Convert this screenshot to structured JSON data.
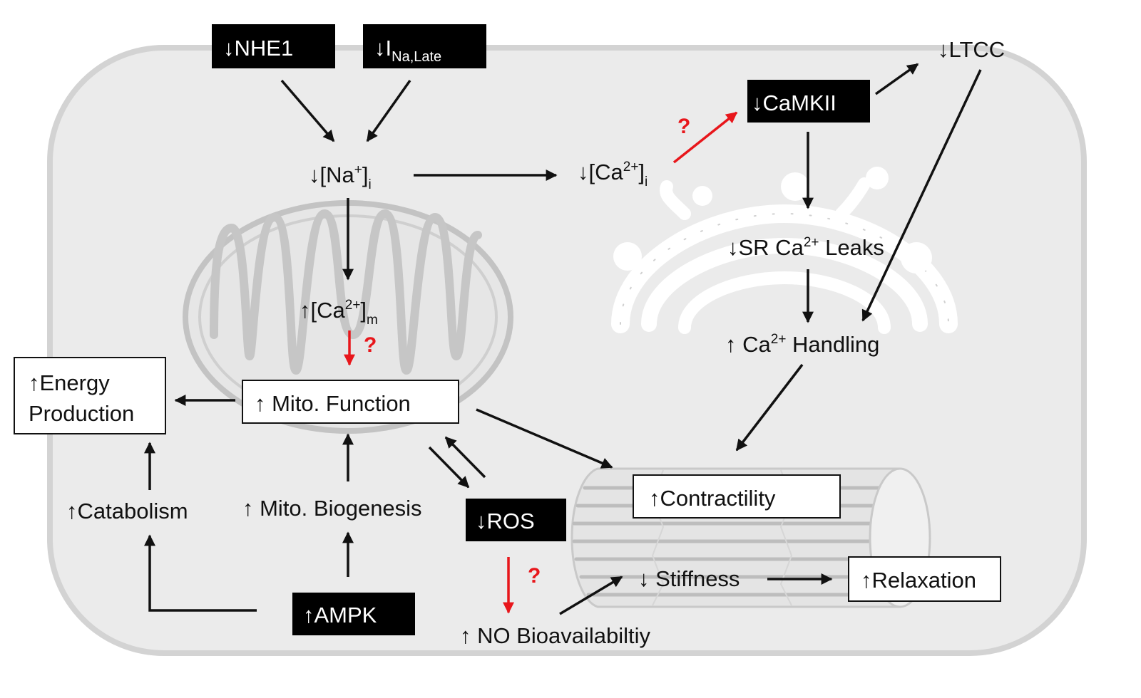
{
  "nodes": {
    "nhe1": {
      "arrow": "↓",
      "text": "NHE1"
    },
    "ina_late": {
      "arrow": "↓",
      "text": "I",
      "sub": "Na,Late"
    },
    "na_i": {
      "arrow": "↓",
      "text": "[Na",
      "sup": "+",
      "close": "]",
      "sub": "i"
    },
    "ca_i": {
      "arrow": "↓",
      "text": "[Ca",
      "sup": "2+",
      "close": "]",
      "sub": "i"
    },
    "camkii": {
      "arrow": "↓",
      "text": "CaMKII"
    },
    "ltcc": {
      "arrow": "↓",
      "text": "LTCC"
    },
    "sr_leaks": {
      "arrow": "↓",
      "text": "SR Ca",
      "sup": "2+",
      "rest": " Leaks"
    },
    "ca_handling": {
      "arrow": "↑",
      "text": " Ca",
      "sup": "2+",
      "rest": " Handling"
    },
    "ca_m": {
      "arrow": "↑",
      "text": "[Ca",
      "sup": "2+",
      "close": "]",
      "sub": "m"
    },
    "mito_function": {
      "arrow": "↑",
      "text": " Mito. Function"
    },
    "energy_line1": {
      "arrow": "↑",
      "text": "Energy"
    },
    "energy_line2": {
      "text": "Production"
    },
    "catabolism": {
      "arrow": "↑",
      "text": "Catabolism"
    },
    "mito_biogenesis": {
      "arrow": "↑",
      "text": " Mito. Biogenesis"
    },
    "ampk": {
      "arrow": "↑",
      "text": "AMPK"
    },
    "ros": {
      "arrow": "↓",
      "text": "ROS"
    },
    "no_bio": {
      "arrow": "↑",
      "text": " NO Bioavailabiltiy"
    },
    "contractility": {
      "arrow": "↑",
      "text": "Contractility"
    },
    "stiffness": {
      "arrow": "↓",
      "text": " Stiffness"
    },
    "relaxation": {
      "arrow": "↑",
      "text": "Relaxation"
    }
  },
  "question_mark": "?",
  "colors": {
    "cell_fill": "#ebebeb",
    "cell_stroke": "#d3d3d3",
    "organelle_stroke": "#bdbdbd",
    "arrow": "#111111",
    "uncertain_arrow": "#e8161b",
    "black_box": "#000000"
  }
}
